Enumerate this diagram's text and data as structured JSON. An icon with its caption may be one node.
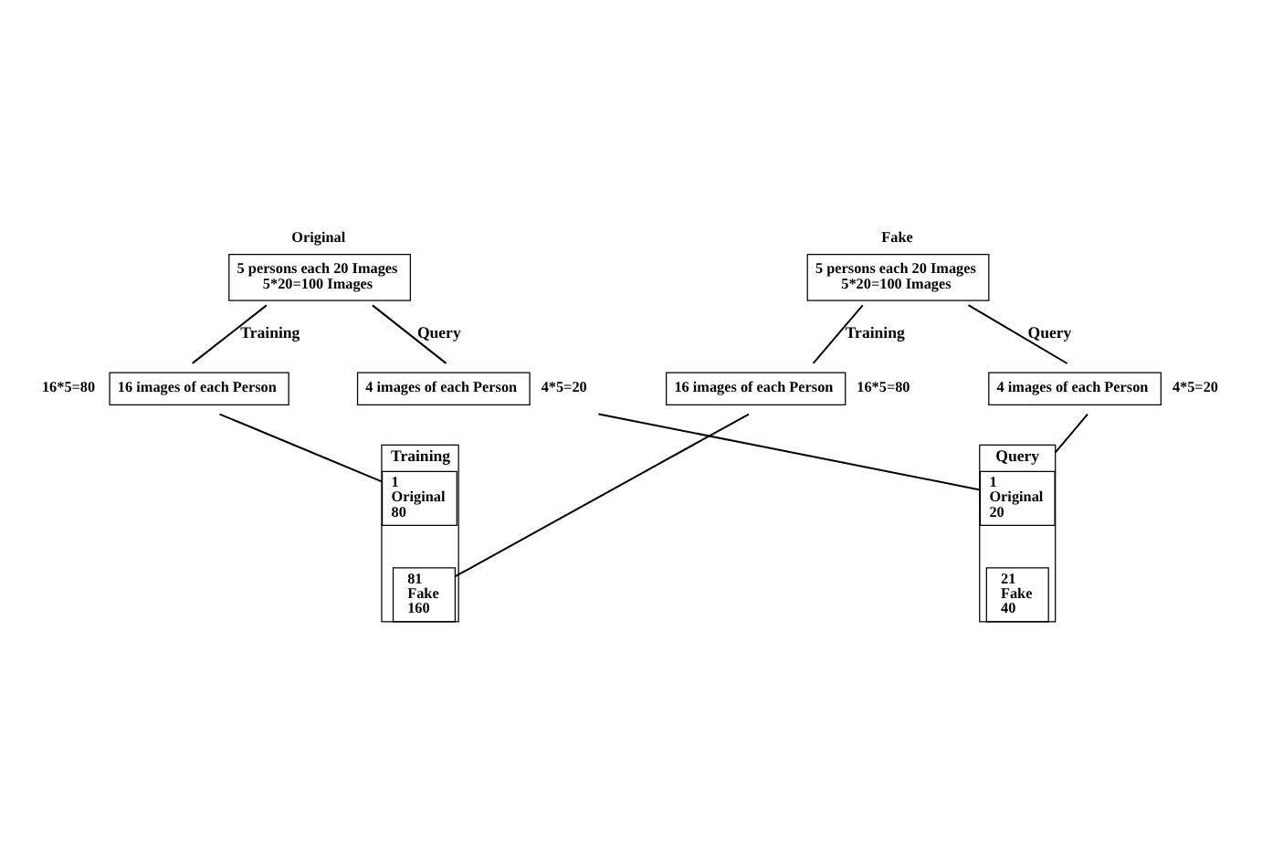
{
  "diagram": {
    "nodes": [
      {
        "text": [
          "Original",
          "5 persons each 20 Images",
          "5*20=100 Images"
        ]
      },
      {
        "text": [
          "Fake",
          "5 persons each 20 Images",
          "5*20=100 Images"
        ]
      },
      {
        "text": [
          "16 images of each Person"
        ],
        "beside": [
          "16*5=80"
        ]
      },
      {
        "text": [
          "4 images of each Person"
        ],
        "beside": [
          "4*5=20"
        ]
      },
      {
        "text": [
          "16 images of each Person"
        ],
        "beside": [
          "16*5=80"
        ]
      },
      {
        "text": [
          "4 images of each Person"
        ],
        "beside": [
          "4*5=20"
        ]
      },
      {
        "text": [
          "Training"
        ]
      },
      {
        "text": [
          "1",
          "Original",
          "80"
        ],
        "in": 6
      },
      {
        "text": [
          "81",
          "Fake",
          "160"
        ],
        "in": 6
      },
      {
        "text": [
          "Query"
        ]
      },
      {
        "text": [
          "1",
          "Original",
          "20"
        ],
        "in": 9
      },
      {
        "text": [
          "21",
          "Fake",
          "40"
        ],
        "in": 9
      }
    ],
    "edges": [
      {
        "from": 0,
        "to": 2,
        "arrow": "none",
        "label": "Training"
      },
      {
        "from": 0,
        "to": 3,
        "arrow": "none",
        "label": "Query"
      },
      {
        "from": 1,
        "to": 4,
        "arrow": "none",
        "label": "Training"
      },
      {
        "from": 1,
        "to": 5,
        "arrow": "none",
        "label": "Query"
      },
      {
        "from": 2,
        "to": 6,
        "arrow": "none"
      },
      {
        "from": 3,
        "to": 10,
        "arrow": "none"
      },
      {
        "from": 4,
        "to": 8,
        "arrow": "none"
      },
      {
        "from": 5,
        "to": 9,
        "arrow": "none"
      }
    ]
  }
}
